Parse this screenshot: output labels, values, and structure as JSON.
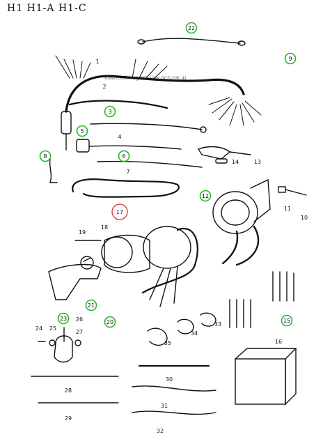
{
  "header": {
    "title": "H1 H1-A H1-C"
  },
  "watermark": "kawasaki-ogara.jjoy.ocn.ne.jp",
  "colors": {
    "highlight": "#2bb52b",
    "selected": "#d43030",
    "ink": "#111111"
  },
  "callouts": [
    {
      "id": "1",
      "style": "plain"
    },
    {
      "id": "2",
      "style": "plain"
    },
    {
      "id": "3",
      "style": "green"
    },
    {
      "id": "4",
      "style": "plain"
    },
    {
      "id": "5",
      "style": "green"
    },
    {
      "id": "6",
      "style": "green"
    },
    {
      "id": "7",
      "style": "plain"
    },
    {
      "id": "8",
      "style": "green"
    },
    {
      "id": "9",
      "style": "green"
    },
    {
      "id": "10",
      "style": "plain"
    },
    {
      "id": "11",
      "style": "plain"
    },
    {
      "id": "12",
      "style": "green"
    },
    {
      "id": "13",
      "style": "plain"
    },
    {
      "id": "14",
      "style": "plain"
    },
    {
      "id": "15",
      "style": "green"
    },
    {
      "id": "16",
      "style": "plain"
    },
    {
      "id": "17",
      "style": "red"
    },
    {
      "id": "18",
      "style": "plain"
    },
    {
      "id": "19",
      "style": "plain"
    },
    {
      "id": "20",
      "style": "green"
    },
    {
      "id": "21",
      "style": "green"
    },
    {
      "id": "22",
      "style": "green"
    },
    {
      "id": "23",
      "style": "green"
    },
    {
      "id": "24",
      "style": "plain"
    },
    {
      "id": "25",
      "style": "plain"
    },
    {
      "id": "26",
      "style": "plain"
    },
    {
      "id": "27",
      "style": "plain"
    },
    {
      "id": "28",
      "style": "plain"
    },
    {
      "id": "29",
      "style": "plain"
    },
    {
      "id": "30",
      "style": "plain"
    },
    {
      "id": "31",
      "style": "plain"
    },
    {
      "id": "32",
      "style": "plain"
    },
    {
      "id": "33",
      "style": "plain"
    },
    {
      "id": "34",
      "style": "plain"
    },
    {
      "id": "35",
      "style": "plain"
    }
  ]
}
